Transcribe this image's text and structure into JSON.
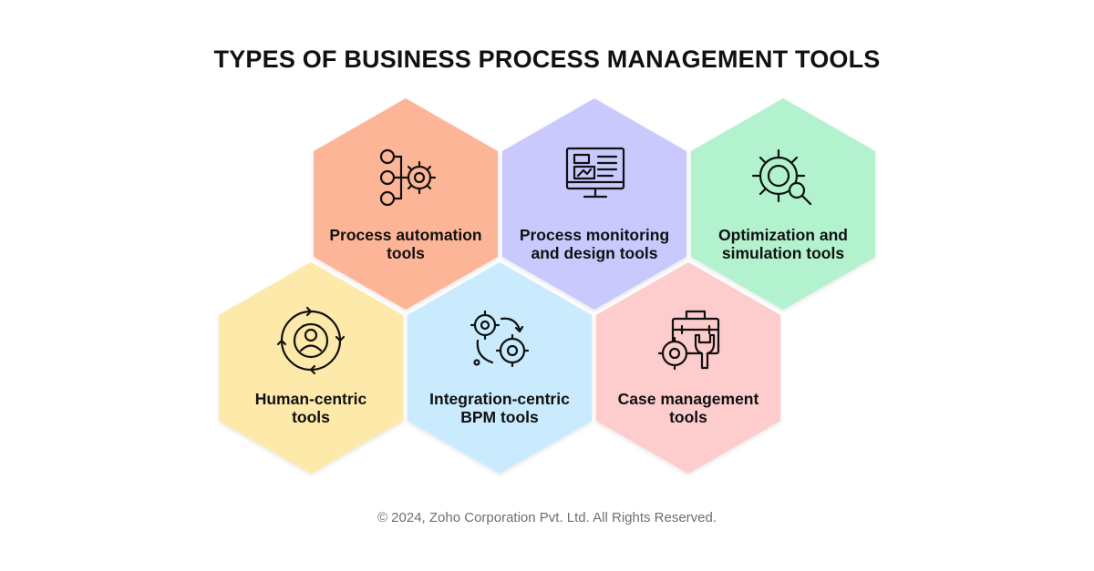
{
  "title": "TYPES OF BUSINESS PROCESS MANAGEMENT TOOLS",
  "footer": "© 2024, Zoho Corporation Pvt. Ltd. All Rights Reserved.",
  "colors": {
    "orange": "#fdb597",
    "purple": "#c9c9fe",
    "green": "#b2f2cf",
    "yellow": "#fde9a9",
    "blue": "#c9ebfd",
    "pink": "#fdcccc",
    "text": "#111111",
    "footer": "#6f6f6f"
  },
  "tools": [
    {
      "line1": "Process automation",
      "line2": "tools",
      "icon": "workflow-gear-icon"
    },
    {
      "line1": "Process monitoring",
      "line2": "and design tools",
      "icon": "monitor-dashboard-icon"
    },
    {
      "line1": "Optimization and",
      "line2": "simulation tools",
      "icon": "gear-magnifier-icon"
    },
    {
      "line1": "Human-centric",
      "line2": "tools",
      "icon": "person-cycle-icon"
    },
    {
      "line1": "Integration-centric",
      "line2": "BPM tools",
      "icon": "connected-gears-icon"
    },
    {
      "line1": "Case management",
      "line2": "tools",
      "icon": "toolbox-wrench-icon"
    }
  ]
}
